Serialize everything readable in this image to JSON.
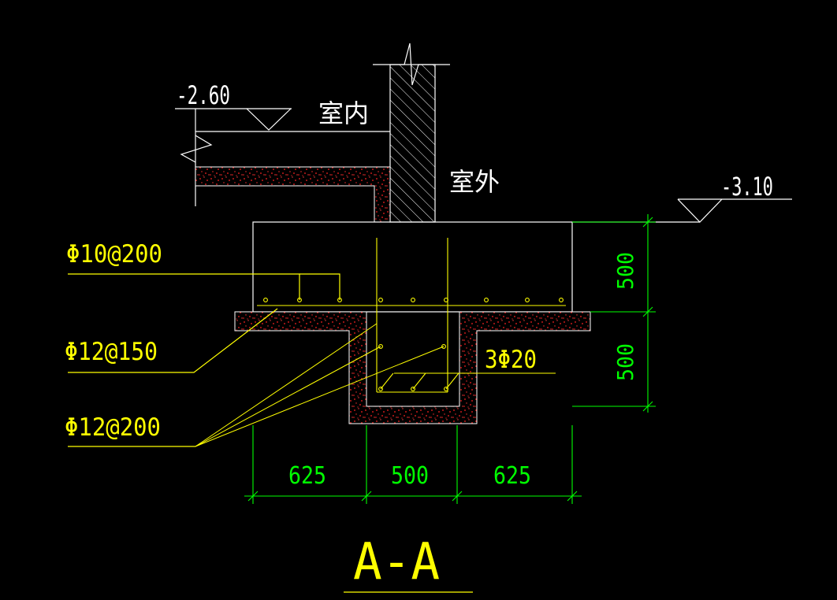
{
  "colors": {
    "background": "#000000",
    "structure": "#ffffff",
    "rebar": "#ffff00",
    "dimension": "#00ff00",
    "concrete_speckle": "#ff2020"
  },
  "levels": {
    "indoor_elevation": "-2.60",
    "outdoor_elevation": "-3.10"
  },
  "labels": {
    "indoor": "室内",
    "outdoor": "室外"
  },
  "rebar_callouts": {
    "top_distribution": "Φ10@200",
    "bottom_mesh": "Φ12@150",
    "stirrups": "Φ12@200",
    "longitudinal": "3Φ20"
  },
  "dimensions": {
    "widths": [
      "625",
      "500",
      "625"
    ],
    "heights": [
      "500",
      "500"
    ]
  },
  "section_title": "A-A"
}
